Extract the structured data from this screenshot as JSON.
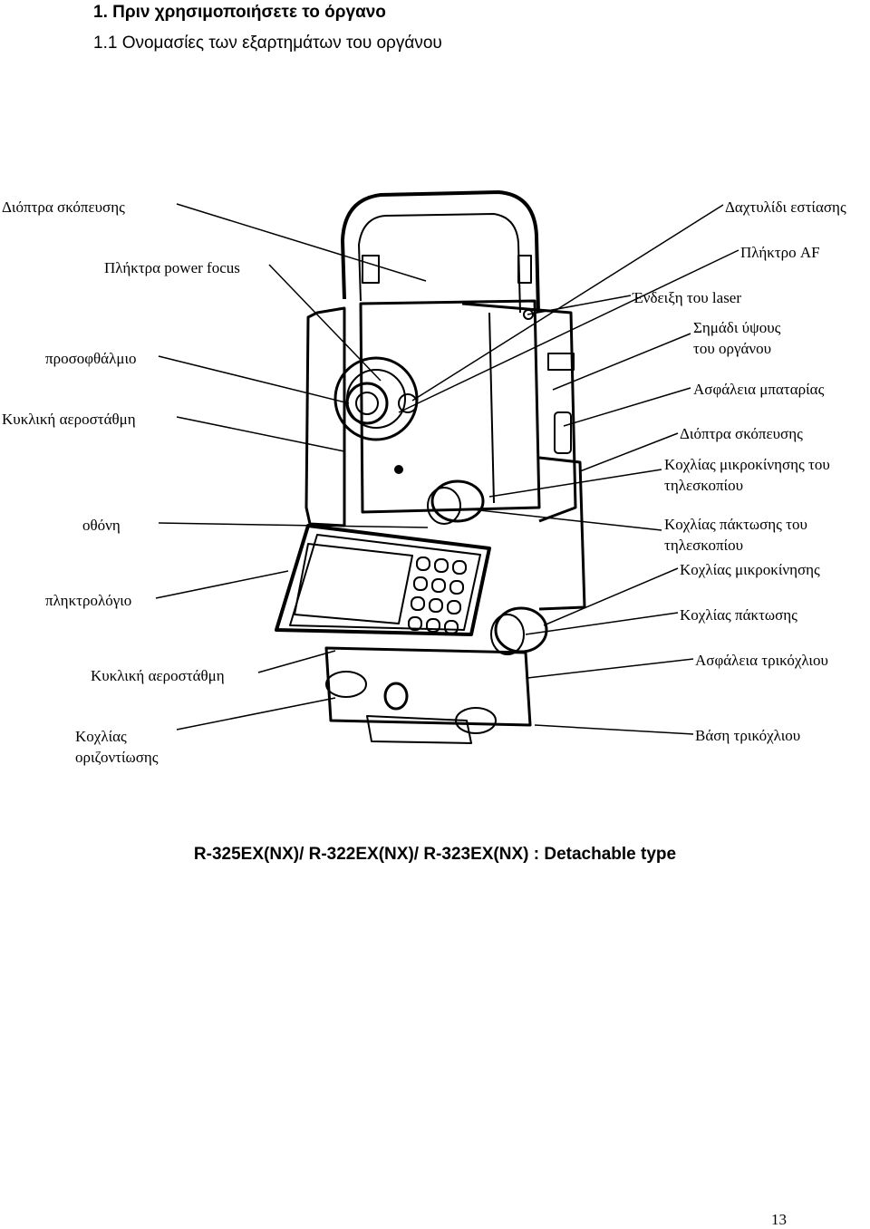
{
  "heading": {
    "title": "1. Πριν χρησιμοποιήσετε το όργανο",
    "subtitle": "1.1 Ονομασίες των εξαρτημάτων του οργάνου"
  },
  "labels_left": [
    "Διόπτρα σκόπευσης",
    "Πλήκτρα power focus",
    "προσοφθάλμιο",
    "Κυκλική αεροστάθμη",
    "οθόνη",
    "πληκτρολόγιο",
    "Κυκλική αεροστάθμη",
    "Κοχλίας",
    "οριζοντίωσης"
  ],
  "labels_right": [
    "Δαχτυλίδι εστίασης",
    "Πλήκτρο AF",
    "Ένδειξη του laser",
    "Σημάδι ύψους",
    "του οργάνου",
    "Ασφάλεια μπαταρίας",
    "Διόπτρα σκόπευσης",
    "Κοχλίας μικροκίνησης του",
    "τηλεσκοπίου",
    "Κοχλίας πάκτωσης του",
    "τηλεσκοπίου",
    "Κοχλίας μικροκίνησης",
    "Κοχλίας πάκτωσης",
    "Ασφάλεια τρικόχλιου",
    "Βάση τρικόχλιου"
  ],
  "caption": "R-325EX(NX)/ R-322EX(NX)/ R-323EX(NX) : Detachable type",
  "page_number": "13"
}
